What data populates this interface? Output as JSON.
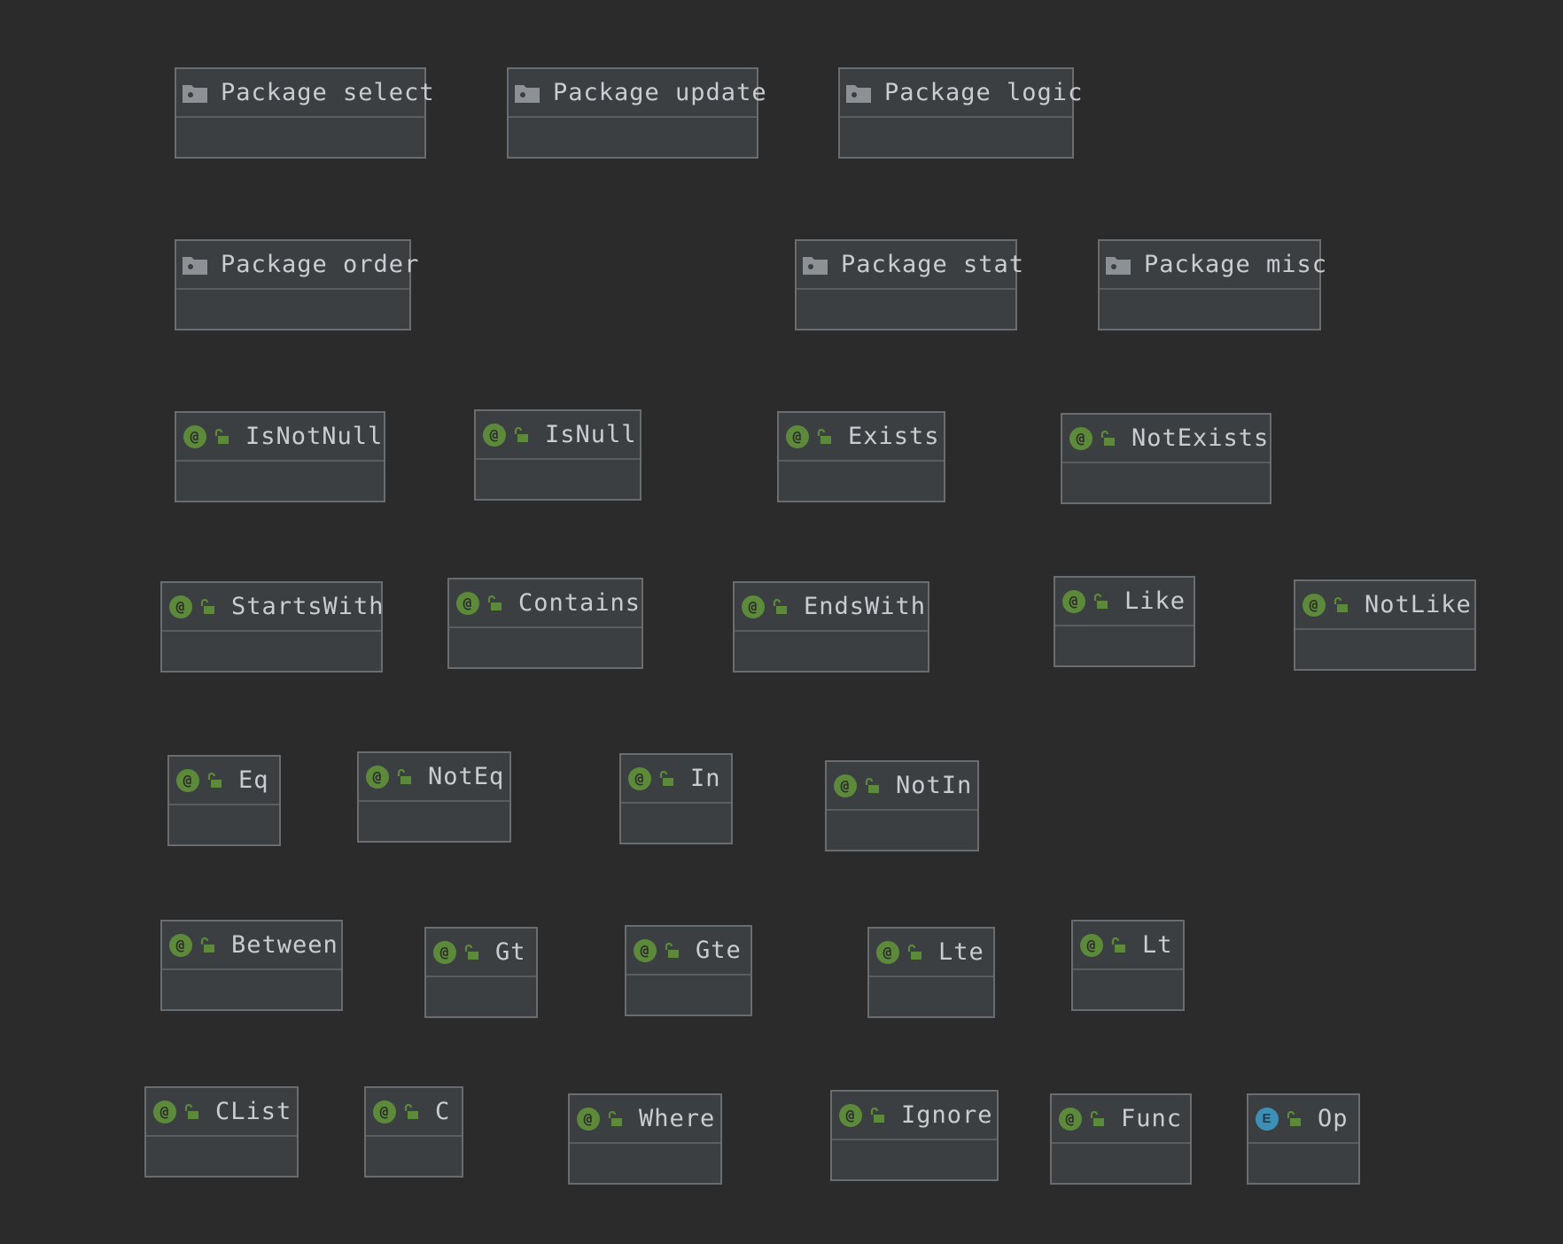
{
  "colors": {
    "background": "#2b2b2b",
    "node_fill": "#3c3f41",
    "node_border": "#6a6d70",
    "text": "#c9cdd1",
    "annotation_badge": "#5c8a3a",
    "enum_badge": "#3d8fb5",
    "package_icon": "#8c9196"
  },
  "badges": {
    "annotation": "@",
    "enum": "E"
  },
  "nodes": [
    {
      "label": "Package select",
      "kind": "package",
      "icon": "folder-icon"
    },
    {
      "label": "Package update",
      "kind": "package",
      "icon": "folder-icon"
    },
    {
      "label": "Package logic",
      "kind": "package",
      "icon": "folder-icon"
    },
    {
      "label": "Package order",
      "kind": "package",
      "icon": "folder-icon"
    },
    {
      "label": "Package stat",
      "kind": "package",
      "icon": "folder-icon"
    },
    {
      "label": "Package misc",
      "kind": "package",
      "icon": "folder-icon"
    },
    {
      "label": "IsNotNull",
      "kind": "annotation",
      "icon": "annotation-icon"
    },
    {
      "label": "IsNull",
      "kind": "annotation",
      "icon": "annotation-icon"
    },
    {
      "label": "Exists",
      "kind": "annotation",
      "icon": "annotation-icon"
    },
    {
      "label": "NotExists",
      "kind": "annotation",
      "icon": "annotation-icon"
    },
    {
      "label": "StartsWith",
      "kind": "annotation",
      "icon": "annotation-icon"
    },
    {
      "label": "Contains",
      "kind": "annotation",
      "icon": "annotation-icon"
    },
    {
      "label": "EndsWith",
      "kind": "annotation",
      "icon": "annotation-icon"
    },
    {
      "label": "Like",
      "kind": "annotation",
      "icon": "annotation-icon"
    },
    {
      "label": "NotLike",
      "kind": "annotation",
      "icon": "annotation-icon"
    },
    {
      "label": "Eq",
      "kind": "annotation",
      "icon": "annotation-icon"
    },
    {
      "label": "NotEq",
      "kind": "annotation",
      "icon": "annotation-icon"
    },
    {
      "label": "In",
      "kind": "annotation",
      "icon": "annotation-icon"
    },
    {
      "label": "NotIn",
      "kind": "annotation",
      "icon": "annotation-icon"
    },
    {
      "label": "Between",
      "kind": "annotation",
      "icon": "annotation-icon"
    },
    {
      "label": "Gt",
      "kind": "annotation",
      "icon": "annotation-icon"
    },
    {
      "label": "Gte",
      "kind": "annotation",
      "icon": "annotation-icon"
    },
    {
      "label": "Lte",
      "kind": "annotation",
      "icon": "annotation-icon"
    },
    {
      "label": "Lt",
      "kind": "annotation",
      "icon": "annotation-icon"
    },
    {
      "label": "CList",
      "kind": "annotation",
      "icon": "annotation-icon"
    },
    {
      "label": "C",
      "kind": "annotation",
      "icon": "annotation-icon"
    },
    {
      "label": "Where",
      "kind": "annotation",
      "icon": "annotation-icon"
    },
    {
      "label": "Ignore",
      "kind": "annotation",
      "icon": "annotation-icon"
    },
    {
      "label": "Func",
      "kind": "annotation",
      "icon": "annotation-icon"
    },
    {
      "label": "Op",
      "kind": "enum",
      "icon": "enum-icon"
    }
  ]
}
